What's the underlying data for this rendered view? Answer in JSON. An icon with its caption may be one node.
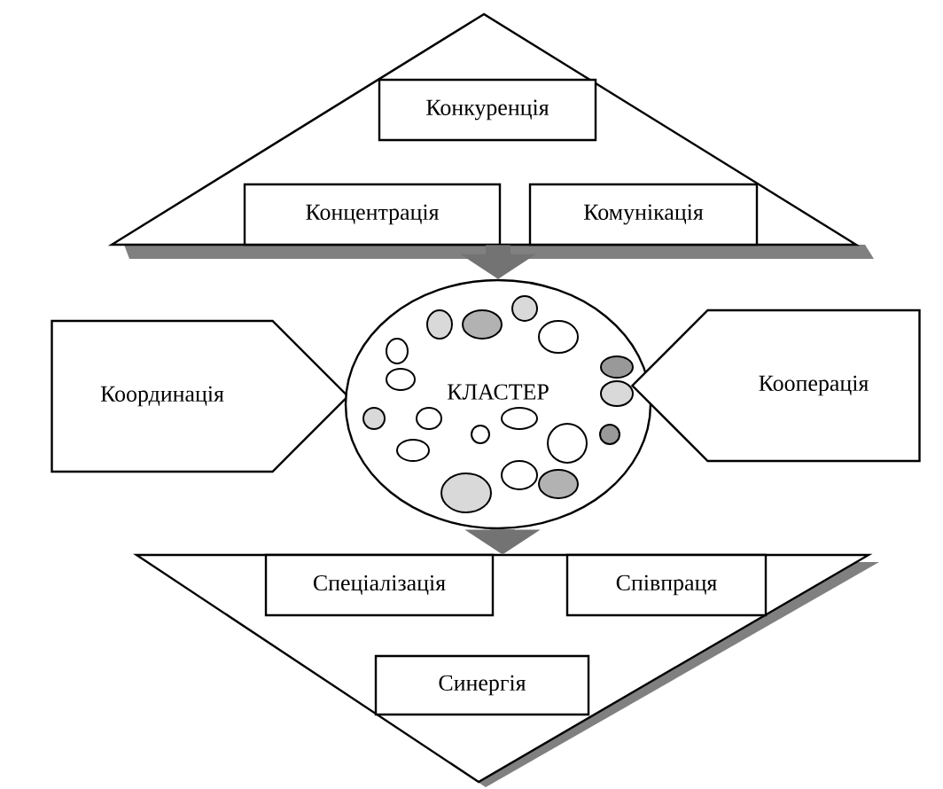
{
  "diagram": {
    "nodes": [
      {
        "text": [],
        "shape": "triangle"
      },
      {
        "text": [
          "Конкуренція"
        ],
        "in": 0
      },
      {
        "text": [
          "Концентрація"
        ],
        "in": 0
      },
      {
        "text": [
          "Комунікація"
        ],
        "in": 0
      },
      {
        "text": [
          "Координація"
        ]
      },
      {
        "text": [
          "КЛАСТЕР"
        ]
      },
      {
        "text": [
          "Кооперація"
        ]
      },
      {
        "text": [],
        "shape": "triangle"
      },
      {
        "text": [
          "Спеціалізація"
        ],
        "in": 7
      },
      {
        "text": [
          "Співпраця"
        ],
        "in": 7
      },
      {
        "text": [
          "Синергія"
        ],
        "in": 7
      }
    ],
    "edges": [
      {
        "from": 0,
        "to": 5,
        "arrow": "to"
      },
      {
        "from": 5,
        "to": 7,
        "arrow": "to"
      }
    ]
  }
}
